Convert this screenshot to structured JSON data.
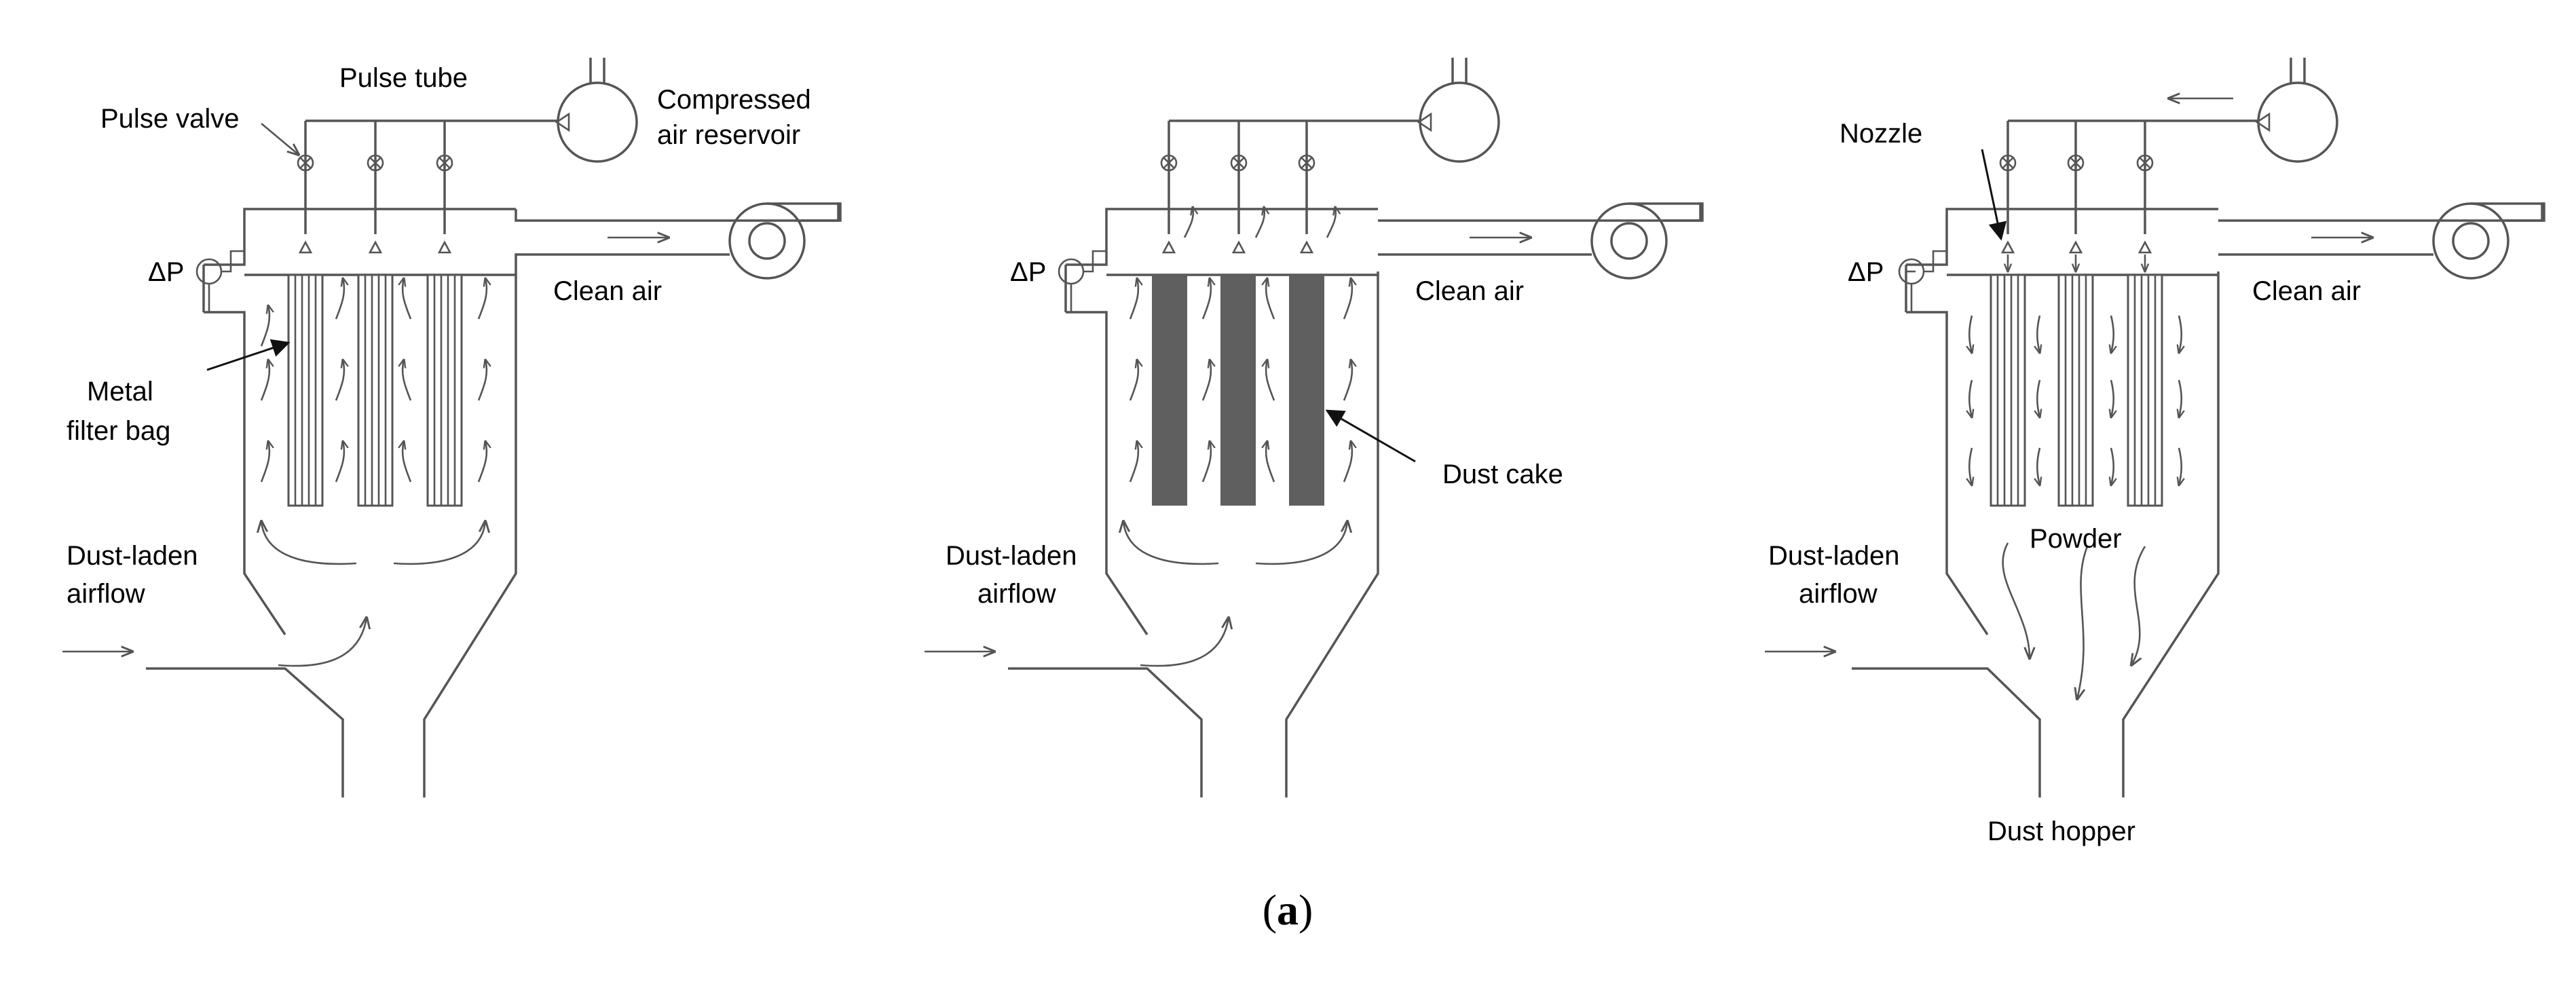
{
  "diagram": {
    "panels": [
      {
        "id": "filtration",
        "labels": {
          "pulse_tube": "Pulse tube",
          "pulse_valve": "Pulse valve",
          "reservoir_line1": "Compressed",
          "reservoir_line2": "air reservoir",
          "delta_p": "ΔP",
          "clean_air": "Clean air",
          "bag_line1": "Metal",
          "bag_line2": "filter bag",
          "inlet_line1": "Dust-laden",
          "inlet_line2": "airflow"
        }
      },
      {
        "id": "cake-formation",
        "labels": {
          "delta_p": "ΔP",
          "clean_air": "Clean air",
          "dust_cake": "Dust cake",
          "inlet_line1": "Dust-laden",
          "inlet_line2": "airflow"
        }
      },
      {
        "id": "pulse-cleaning",
        "labels": {
          "nozzle": "Nozzle",
          "delta_p": "ΔP",
          "clean_air": "Clean air",
          "powder": "Powder",
          "inlet_line1": "Dust-laden",
          "inlet_line2": "airflow",
          "hopper": "Dust hopper"
        }
      }
    ],
    "caption": {
      "open": "(",
      "letter": "a",
      "close": ")"
    },
    "colors": {
      "line": "#555555",
      "filter_bag_solid": "#5f5f5f",
      "background": "#ffffff"
    }
  }
}
